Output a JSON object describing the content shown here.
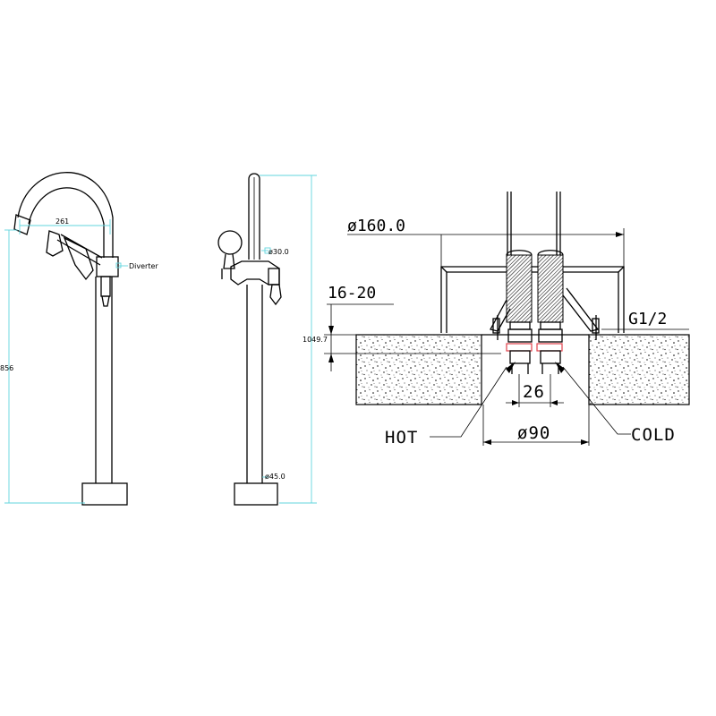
{
  "colors": {
    "line": "#000000",
    "dimension": "#62d6de",
    "accent_red": "#e0404a",
    "concrete": "#ffffff"
  },
  "front_view": {
    "width_dim": "261",
    "height_dim": "856",
    "diverter_label": "Diverter"
  },
  "side_view": {
    "top_diameter": "ø30.0",
    "bottom_diameter": "ø45.0",
    "height_dim": "1049.7"
  },
  "section_view": {
    "flange_diameter": "ø160.0",
    "floor_thickness": "16-20",
    "thread": "G1/2",
    "pipe_spacing": "26",
    "base_diameter": "ø90",
    "hot_label": "HOT",
    "cold_label": "COLD"
  }
}
